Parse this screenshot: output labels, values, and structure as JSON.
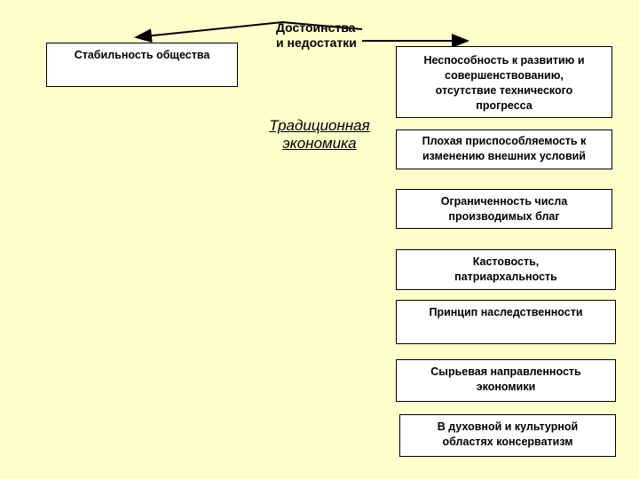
{
  "center": {
    "title_line1": "Традиционная",
    "title_line2": "экономика"
  },
  "header": {
    "line1": "Достоинства",
    "line2": "и недостатки"
  },
  "advantage": {
    "text": "Стабильность общества"
  },
  "disadvantages": [
    {
      "lines": [
        "Неспособность к развитию и",
        "совершенствованию,",
        "отсутствие технического",
        "прогресса"
      ]
    },
    {
      "lines": [
        "Плохая приспособляемость к",
        "изменению внешних условий"
      ]
    },
    {
      "lines": [
        "Ограниченность числа",
        "производимых благ"
      ]
    },
    {
      "lines": [
        "Кастовость,",
        "патриархальность"
      ]
    },
    {
      "lines": [
        "Принцип наследственности"
      ]
    },
    {
      "lines": [
        "Сырьевая направленность",
        "экономики"
      ]
    },
    {
      "lines": [
        "В духовной и культурной",
        "областях консерватизм"
      ]
    }
  ],
  "colors": {
    "background": "#FFFFCC",
    "box": "#FFFFFF",
    "line": "#000000"
  }
}
